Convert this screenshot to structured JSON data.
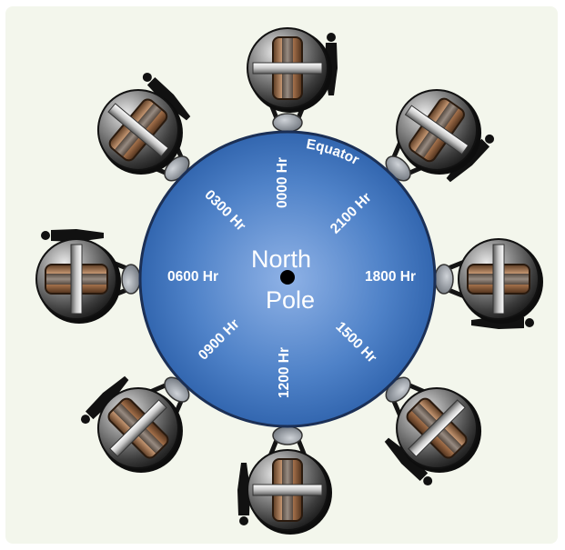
{
  "diagram": {
    "center_label_line1": "North",
    "center_label_line2": "Pole",
    "equator_label": "Equator",
    "hour_labels": [
      "0000 Hr",
      "2100 Hr",
      "1800 Hr",
      "1500 Hr",
      "1200 Hr",
      "0900 Hr",
      "0600 Hr",
      "0300 Hr"
    ],
    "satellite_count": 8,
    "colors": {
      "globe_center": "#8fb2e6",
      "globe_edge": "#2a5ea8",
      "globe_outline": "#1b2f55",
      "background": "#f3f6ec",
      "panel_copper": "#b07a52",
      "figure": "#111111"
    }
  }
}
